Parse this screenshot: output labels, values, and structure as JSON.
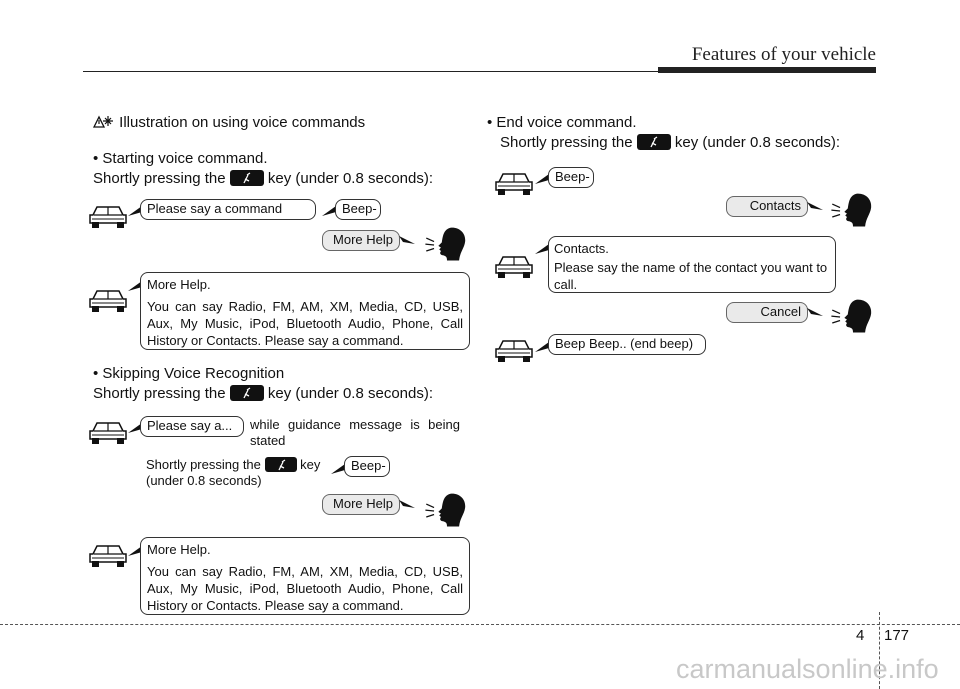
{
  "header": {
    "title": "Features of your vehicle"
  },
  "footer": {
    "chapter": "4",
    "page": "177",
    "watermark": "carmanualsonline.info"
  },
  "illustration": {
    "heading": "Illustration on using voice commands",
    "icon": "warning-info-icon"
  },
  "key_instruction": {
    "prefix": "Shortly pressing the",
    "suffix": "key (under 0.8 seconds):",
    "icon": "voice-recognition-key-icon"
  },
  "sections": {
    "starting": {
      "title": "• Starting voice command.",
      "system_prompt": "Please say a command",
      "beep": "Beep-",
      "user_says": "More Help",
      "response_title": "More Help.",
      "response_body": "You can say Radio, FM, AM, XM, Media, CD, USB, Aux, My Music, iPod, Bluetooth Audio, Phone, Call History or Contacts. Please say a command."
    },
    "skipping": {
      "title": "• Skipping Voice Recognition",
      "system_prompt": "Please say a...",
      "guidance_note": "while guidance message is being stated",
      "press_text": "Shortly pressing the",
      "key_word": "key",
      "duration": "(under 0.8 seconds)",
      "beep": "Beep-",
      "user_says": "More Help",
      "response_title": "More Help.",
      "response_body": "You can say Radio, FM, AM, XM, Media, CD, USB, Aux, My Music, iPod, Bluetooth Audio, Phone, Call History or Contacts. Please say a command."
    },
    "ending": {
      "title": "• End voice command.",
      "beep": "Beep-",
      "user_says_1": "Contacts",
      "response_title": "Contacts.",
      "response_body": "Please say the name of the contact you want to call.",
      "user_says_2": "Cancel",
      "end_beep": "Beep Beep.. (end beep)"
    }
  },
  "colors": {
    "text": "#111111",
    "bubble_border": "#333333",
    "user_bubble": "#eaeaea",
    "watermark": "#c8c8c8"
  }
}
